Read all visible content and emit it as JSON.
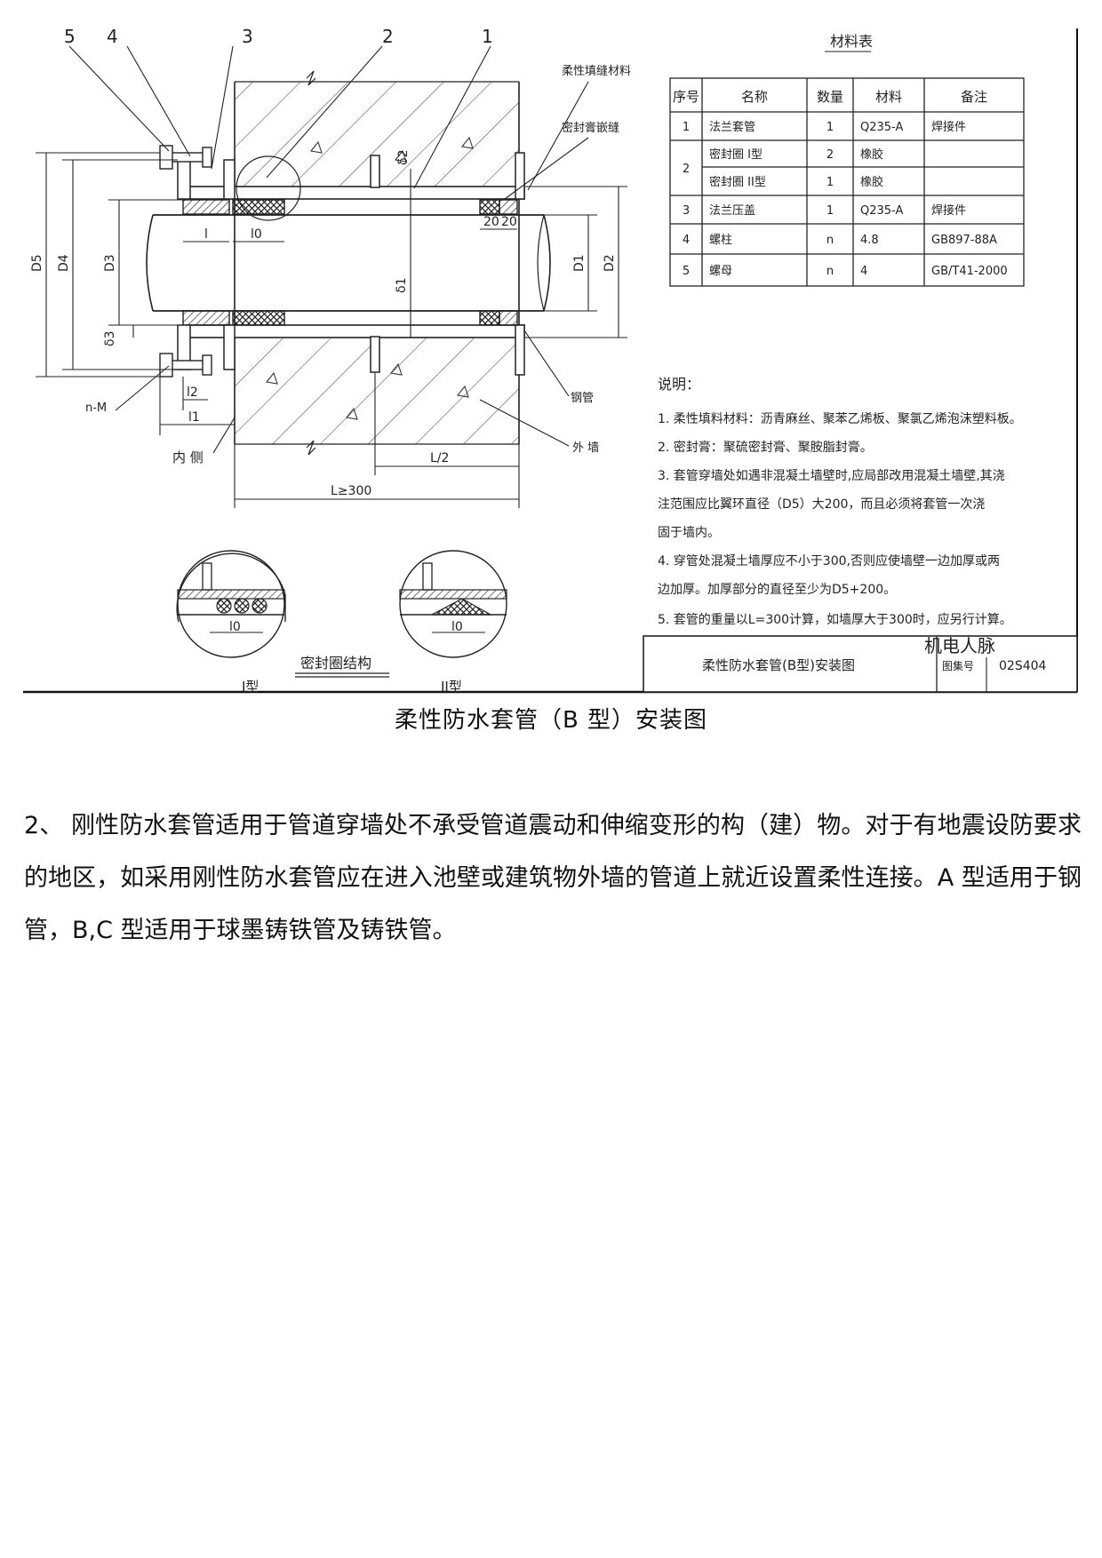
{
  "drawing": {
    "callouts": [
      "5",
      "4",
      "3",
      "2",
      "1"
    ],
    "labels": {
      "filler": "柔性填缝材料",
      "sealant": "密封膏嵌缝",
      "steel_pipe": "钢管",
      "outer_wall": "外 墙",
      "inner_side": "内 侧",
      "bolt": "n-M"
    },
    "dims": {
      "d5": "D5",
      "d4": "D4",
      "d3": "D3",
      "d1": "D1",
      "d2": "D2",
      "delta1": "δ1",
      "delta2": "δ2",
      "delta3": "δ3",
      "l": "l",
      "l0": "l0",
      "l1": "l1",
      "l2": "l2",
      "w20a": "20",
      "w20b": "20",
      "half_l": "L/2",
      "length": "L≥300"
    },
    "seal_detail": {
      "title": "密封圈结构",
      "type1": "I型",
      "type2": "II型",
      "l0_a": "l0",
      "l0_b": "l0"
    },
    "materials": {
      "title": "材料表",
      "headers": [
        "序号",
        "名称",
        "数量",
        "材料",
        "备注"
      ],
      "rows": [
        [
          "1",
          "法兰套管",
          "1",
          "Q235-A",
          "焊接件"
        ],
        [
          "2",
          "密封圈 I型",
          "2",
          "橡胶",
          ""
        ],
        [
          "",
          "密封圈 II型",
          "1",
          "橡胶",
          ""
        ],
        [
          "3",
          "法兰压盖",
          "1",
          "Q235-A",
          "焊接件"
        ],
        [
          "4",
          "螺柱",
          "n",
          "4.8",
          "GB897-88A"
        ],
        [
          "5",
          "螺母",
          "n",
          "4",
          "GB/T41-2000"
        ]
      ]
    },
    "notes": {
      "title": "说明：",
      "items": [
        "1. 柔性填料材料：沥青麻丝、聚苯乙烯板、聚氯乙烯泡沫塑料板。",
        "2. 密封膏：聚硫密封膏、聚胺脂封膏。",
        "3. 套管穿墙处如遇非混凝土墙壁时,应局部改用混凝土墙壁,其浇",
        "   注范围应比翼环直径（D5）大200，而且必须将套管一次浇",
        "   固于墙内。",
        "4. 穿管处混凝土墙厚应不小于300,否则应使墙壁一边加厚或两",
        "   边加厚。加厚部分的直径至少为D5+200。",
        "5. 套管的重量以L=300计算，如墙厚大于300时，应另行计算。"
      ]
    },
    "title_block": {
      "name": "柔性防水套管(B型)安装图",
      "label": "图集号",
      "code": "02S404"
    },
    "watermark": "机电人脉"
  },
  "caption": "柔性防水套管（B 型）安装图",
  "paragraph": "2、 刚性防水套管适用于管道穿墙处不承受管道震动和伸缩变形的构（建）物。对于有地震设防要求的地区，如采用刚性防水套管应在进入池壁或建筑物外墙的管道上就近设置柔性连接。A 型适用于钢管，B,C 型适用于球墨铸铁管及铸铁管。"
}
